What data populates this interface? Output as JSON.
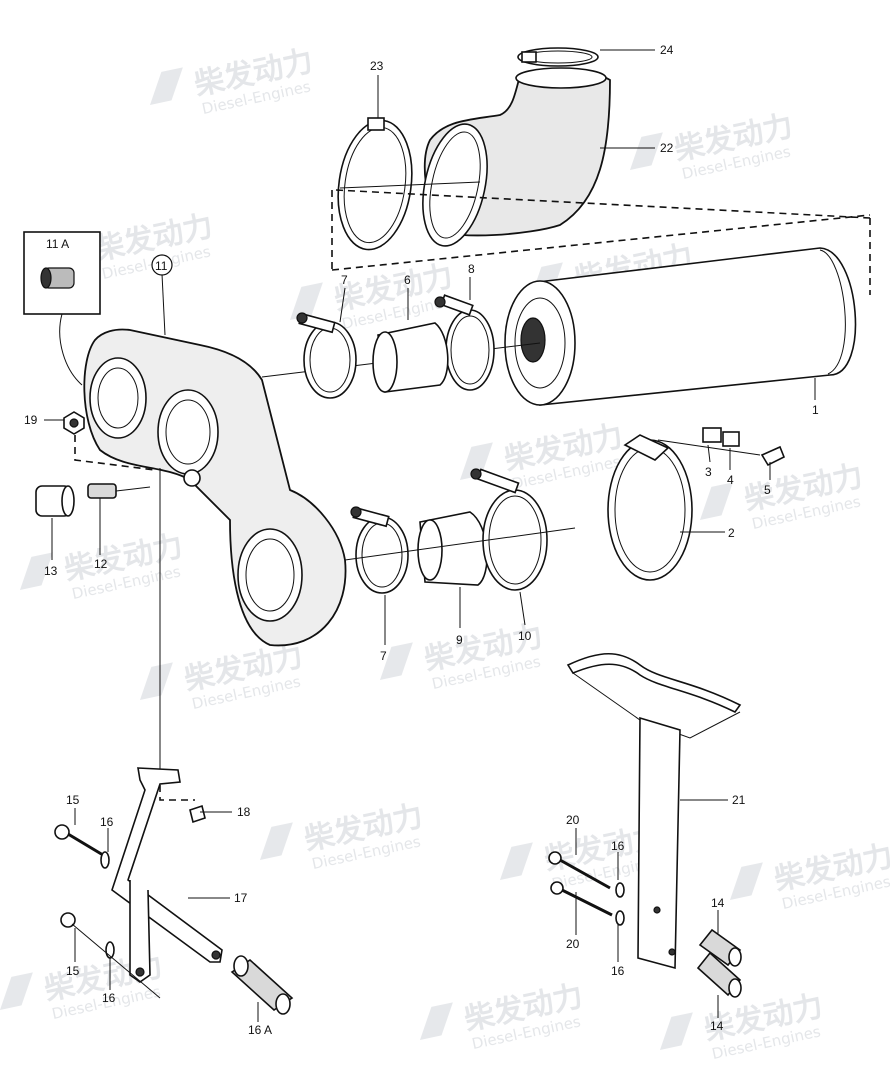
{
  "watermark": {
    "cn": "柴发动力",
    "en": "Diesel-Engines"
  },
  "callouts": {
    "c1": "1",
    "c2": "2",
    "c3": "3",
    "c4": "4",
    "c5": "5",
    "c6": "6",
    "c7a": "7",
    "c7b": "7",
    "c8": "8",
    "c9": "9",
    "c10": "10",
    "c11": "11",
    "c11a": "11 A",
    "c12": "12",
    "c13": "13",
    "c14a": "14",
    "c14b": "14",
    "c15a": "15",
    "c15b": "15",
    "c16a": "16",
    "c16b": "16",
    "c16c": "16",
    "c16d": "16",
    "c16e": "16 A",
    "c17": "17",
    "c18": "18",
    "c19": "19",
    "c20a": "20",
    "c20b": "20",
    "c21": "21",
    "c22": "22",
    "c23": "23",
    "c24": "24"
  }
}
